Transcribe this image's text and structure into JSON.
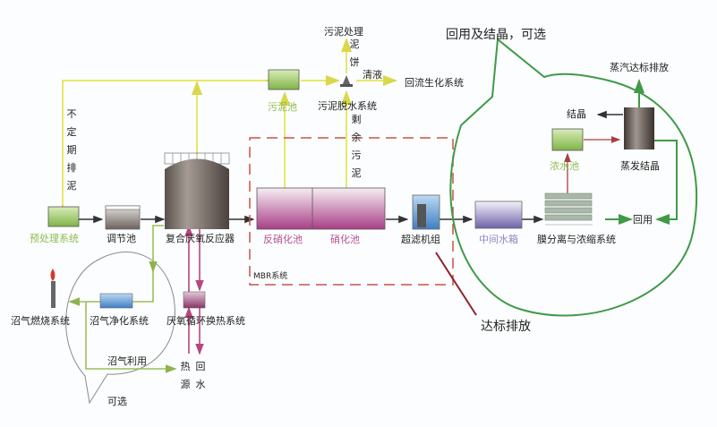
{
  "title": "Wastewater treatment process flow diagram",
  "labels": {
    "pretreatment": "预处理系统",
    "regulating_tank": "调节池",
    "anaerobic_reactor": "复合厌氧反应器",
    "irregular_discharge": "不定期排泥",
    "sludge_tank": "污泥池",
    "sludge_treatment": "污泥处理",
    "sludge_cake": "泥饼",
    "clear_liquid": "清液",
    "return_biochem": "回流生化系统",
    "sludge_dewatering": "污泥脱水系统",
    "excess_sludge": "剩余污泥",
    "denitrification_tank": "反硝化池",
    "nitrification_tank": "硝化池",
    "uf_unit": "超滤机组",
    "mbr_system": "MBR系统",
    "intermediate_tank": "中间水箱",
    "membrane_system": "膜分离与浓缩系统",
    "reuse": "回用",
    "concentrate_tank": "浓水池",
    "evaporation": "蒸发结晶",
    "crystal": "结晶",
    "steam_discharge": "蒸汽达标排放",
    "reuse_crystal_optional": "回用及结晶，可选",
    "discharge_compliant": "达标排放",
    "biogas_combustion": "沼气燃烧系统",
    "biogas_purification": "沼气净化系统",
    "anaerobic_heat_exchange": "厌氧循环换热系统",
    "biogas_utilization": "沼气利用",
    "heat_source": "热源",
    "return_water": "回水",
    "optional": "可选"
  },
  "colors": {
    "sludge_line": "#e8e86a",
    "biogas_line": "#9abf5a",
    "reuse_line": "#3f9a47",
    "hot_water_line": "#b8457e",
    "concentrate_line": "#a84040",
    "mbr_border": "#c9524a",
    "process_line": "#333333"
  }
}
